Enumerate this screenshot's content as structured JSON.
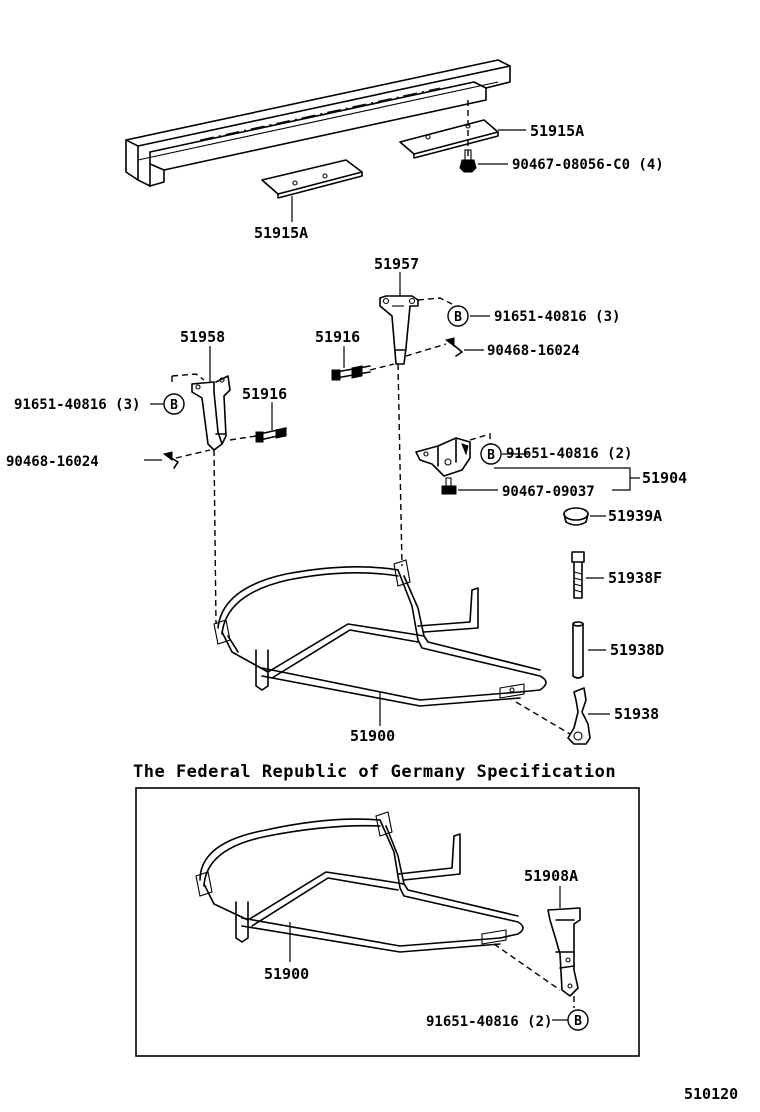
{
  "labels": {
    "l_51915a_top": "51915A",
    "l_bolt_top": "90467-08056-C0 (4)",
    "l_51915a_left": "51915A",
    "l_51957": "51957",
    "l_91651_mid": "91651-40816 (3)",
    "l_90468_mid": "90468-16024",
    "l_51916_mid": "51916",
    "l_51958": "51958",
    "l_91651_left": "91651-40816 (3)",
    "l_51916_left": "51916",
    "l_90468_left": "90468-16024",
    "l_91651_right": "91651-40816 (2)",
    "l_51904": "51904",
    "l_90467_09037": "90467-09037",
    "l_51939a": "51939A",
    "l_51938f": "51938F",
    "l_51938d": "51938D",
    "l_51938": "51938",
    "l_51900_main": "51900",
    "l_51908a": "51908A",
    "l_51900_box": "51900",
    "l_91651_box": "91651-40816 (2)"
  },
  "circle_marks": {
    "b1": "B",
    "b2": "B",
    "b3": "B",
    "b4": "B"
  },
  "section_title": "The Federal Republic of Germany Specification",
  "diagram_code": "510120"
}
